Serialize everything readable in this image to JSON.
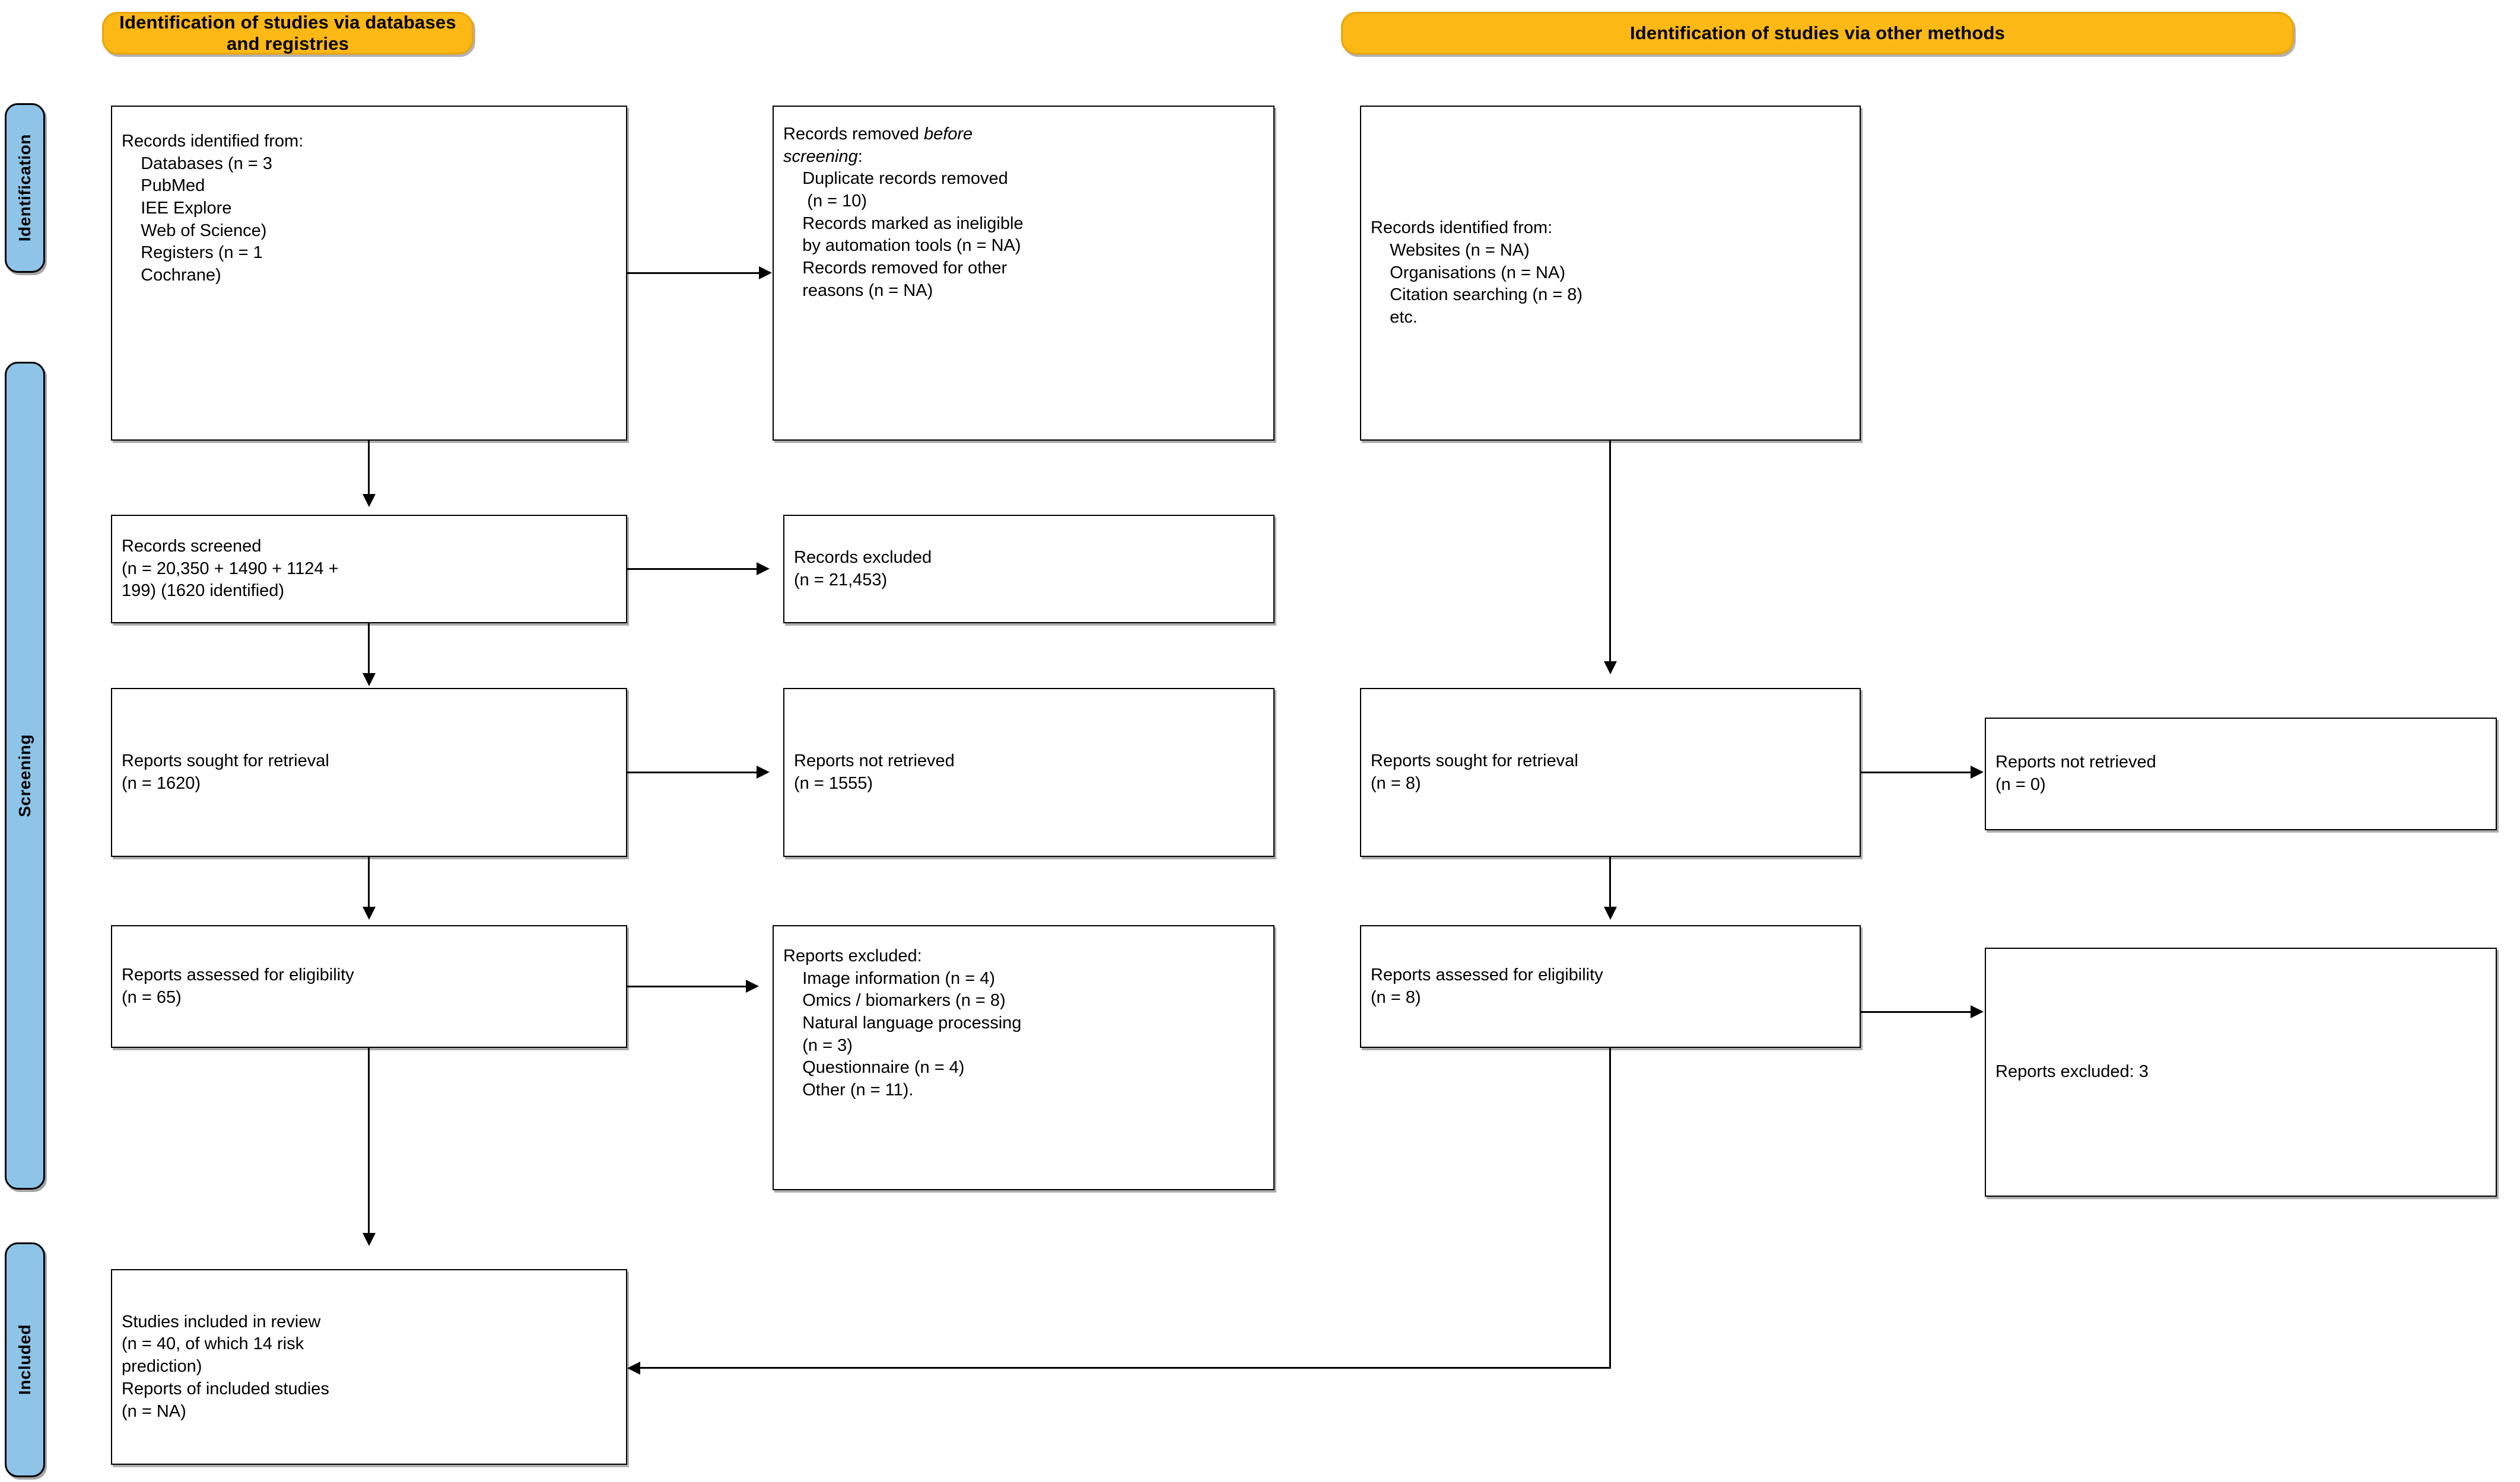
{
  "diagram": {
    "type": "PRISMA 2020 flow diagram",
    "colors": {
      "header_fill": "#FCB814",
      "header_border": "#E8A50C",
      "stage_fill": "#8EC4E8",
      "stage_border": "#000000",
      "box_fill": "#FFFFFF",
      "box_border": "#000000",
      "connector": "#000000"
    }
  },
  "headers": {
    "databases": "Identification of studies via databases and registries",
    "other_methods": "Identification of studies via other methods"
  },
  "stages": {
    "identification": "Identification",
    "screening": "Screening",
    "included": "Included"
  },
  "boxes": {
    "records_identified": "Records identified from:\n    Databases (n = 3\n    PubMed\n    IEE Explore\n    Web of Science)\n    Registers (n = 1\n    Cochrane)",
    "records_removed_line1": "Records removed ",
    "records_removed_italic1": "before",
    "records_removed_italic2": "screening",
    "records_removed_rest": ":\n    Duplicate records removed\n     (n = 10)\n    Records marked as ineligible\n    by automation tools (n = NA)\n    Records removed for other\n    reasons (n = NA)",
    "records_screened": "Records screened\n(n = 20,350 + 1490 + 1124 +\n199) (1620 identified)",
    "records_excluded": "Records excluded\n(n = 21,453)",
    "reports_sought_left": "Reports sought for retrieval\n(n = 1620)",
    "reports_not_retrieved_left": "Reports not retrieved\n(n = 1555)",
    "reports_assessed_left": "Reports assessed for eligibility\n(n = 65)",
    "reports_excluded_left": "Reports excluded:\n    Image information (n = 4)\n    Omics / biomarkers (n = 8)\n    Natural language processing\n    (n = 3)\n    Questionnaire (n = 4)\n    Other (n = 11).",
    "studies_included": "Studies included in review\n(n = 40, of which 14 risk\nprediction)\nReports of included studies\n(n = NA)",
    "records_identified_other": "Records identified from:\n    Websites (n = NA)\n    Organisations (n = NA)\n    Citation searching (n = 8)\n    etc.",
    "reports_sought_right": "Reports sought for retrieval\n(n = 8)",
    "reports_not_retrieved_right": "Reports not retrieved\n(n = 0)",
    "reports_assessed_right": "Reports assessed for eligibility\n(n = 8)",
    "reports_excluded_right": "Reports excluded: 3"
  }
}
